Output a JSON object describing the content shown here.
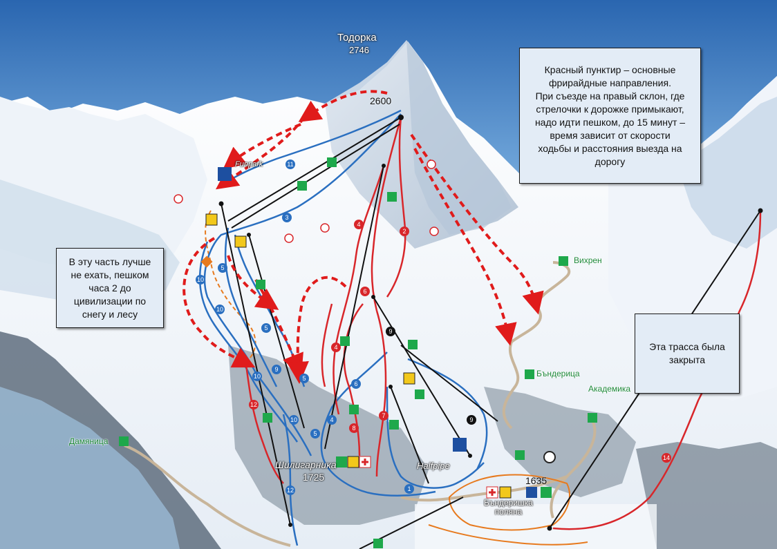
{
  "peak": {
    "name": "Тодорка",
    "elevation": "2746"
  },
  "station_2600": "2600",
  "notes": {
    "freeride": "Красный пунктир – основные\nфрирайдные направления.\nПри съезде на правый склон, где\nстрелочки к дорожке примыкают,\nнадо идти пешком, до 15 минут –\nвремя зависит от скорости\nходьбы и расстояния выезда на\nдорогу",
    "avoid": "В эту часть лучше\nне ехать, пешком\nчаса 2 до\nцивилизации по\nснегу и лесу",
    "closed": "Эта трасса была\nзакрыта"
  },
  "places": {
    "funpark": "Funpark",
    "vihren": "Вихрен",
    "banderitsa": "Бъндерица",
    "akademika": "Академика",
    "damyanitsa": "Дамяница",
    "shiligarnika": "Шилигарника",
    "shiligarnika_elev": "1725",
    "halfpipe": "Halfpipe",
    "banderishka_elev": "1635",
    "banderishka_polyana": "Бъндеришка\nполяна"
  },
  "run_numbers": [
    "1",
    "2",
    "3",
    "4",
    "5",
    "6",
    "7",
    "8",
    "9",
    "10",
    "11",
    "12",
    "14"
  ],
  "colors": {
    "sky_top": "#2d6fb8",
    "sky_bottom": "#9ec4e8",
    "snow": "#f4f7fb",
    "shadow": "#c9d7e6",
    "forest": "#3a4a5a",
    "blue_run": "#2a6fc0",
    "red_run": "#d8262a",
    "black_lift": "#111111",
    "freeride_dash": "#e01b1b",
    "orange_path": "#e77a1e",
    "road": "#c8b59a",
    "green_icon": "#1ea84b",
    "yellow_icon": "#f2c81b"
  }
}
